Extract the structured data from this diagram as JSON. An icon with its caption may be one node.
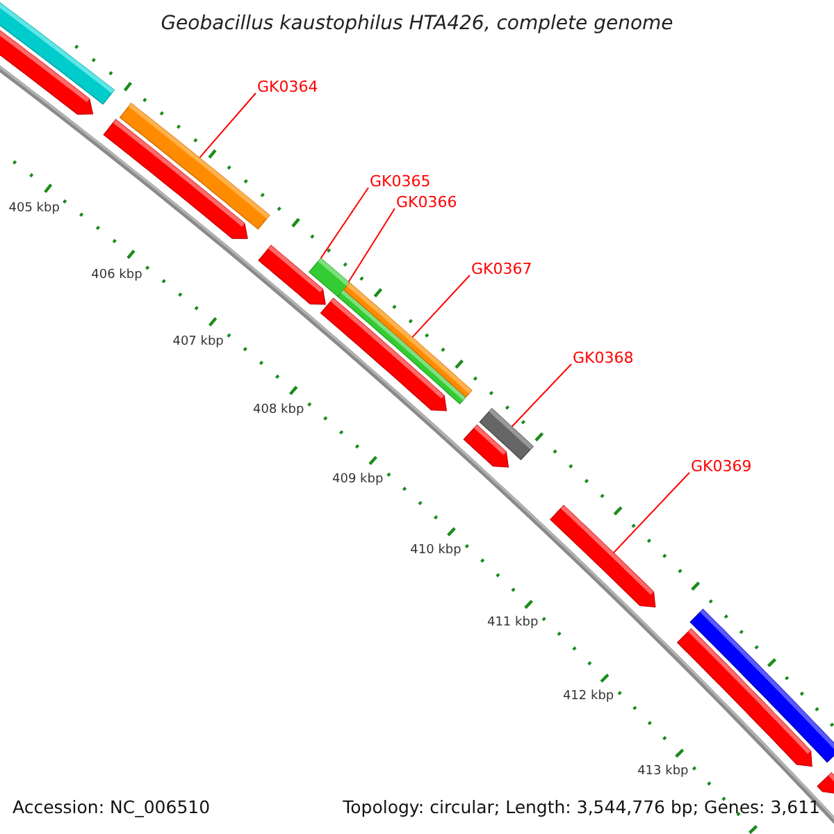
{
  "diagram": {
    "title": "Geobacillus kaustophilus HTA426, complete genome",
    "nodes": [
      {
        "text": [
          "GK0364"
        ]
      },
      {
        "text": [
          "GK0365"
        ]
      },
      {
        "text": [
          "GK0366"
        ]
      },
      {
        "text": [
          "GK0367"
        ]
      },
      {
        "text": [
          "GK0368"
        ]
      },
      {
        "text": [
          "GK0369"
        ]
      },
      {
        "text": [],
        "shape": "bar"
      },
      {
        "text": [],
        "shape": "bar"
      },
      {
        "text": [],
        "shape": "bar"
      },
      {
        "text": [],
        "shape": "bar"
      },
      {
        "text": [],
        "shape": "bar"
      },
      {
        "text": [],
        "shape": "arrow"
      },
      {
        "text": [],
        "shape": "bar"
      },
      {
        "text": [],
        "shape": "arrow"
      },
      {
        "text": [],
        "shape": "arrow"
      },
      {
        "text": [],
        "shape": "arrow"
      },
      {
        "text": [],
        "shape": "arrow"
      },
      {
        "text": [],
        "shape": "arrow"
      },
      {
        "text": [],
        "shape": "bar"
      },
      {
        "text": [],
        "shape": "arrow"
      },
      {
        "text": [],
        "shape": "arrow"
      }
    ],
    "edges": [
      {
        "from": 0,
        "to": 6,
        "arrow": "none"
      },
      {
        "from": 1,
        "to": 7,
        "arrow": "none"
      },
      {
        "from": 2,
        "to": 8,
        "arrow": "none"
      },
      {
        "from": 3,
        "to": 9,
        "arrow": "none"
      },
      {
        "from": 4,
        "to": 10,
        "arrow": "none"
      },
      {
        "from": 5,
        "to": 11,
        "arrow": "none"
      }
    ],
    "labels": [
      "405 kbp",
      "406 kbp",
      "407 kbp",
      "408 kbp",
      "409 kbp",
      "410 kbp",
      "411 kbp",
      "412 kbp",
      "413 kbp",
      "Accession: NC_006510",
      "Topology: circular; Length: 3,544,776 bp; Genes: 3,611"
    ]
  }
}
